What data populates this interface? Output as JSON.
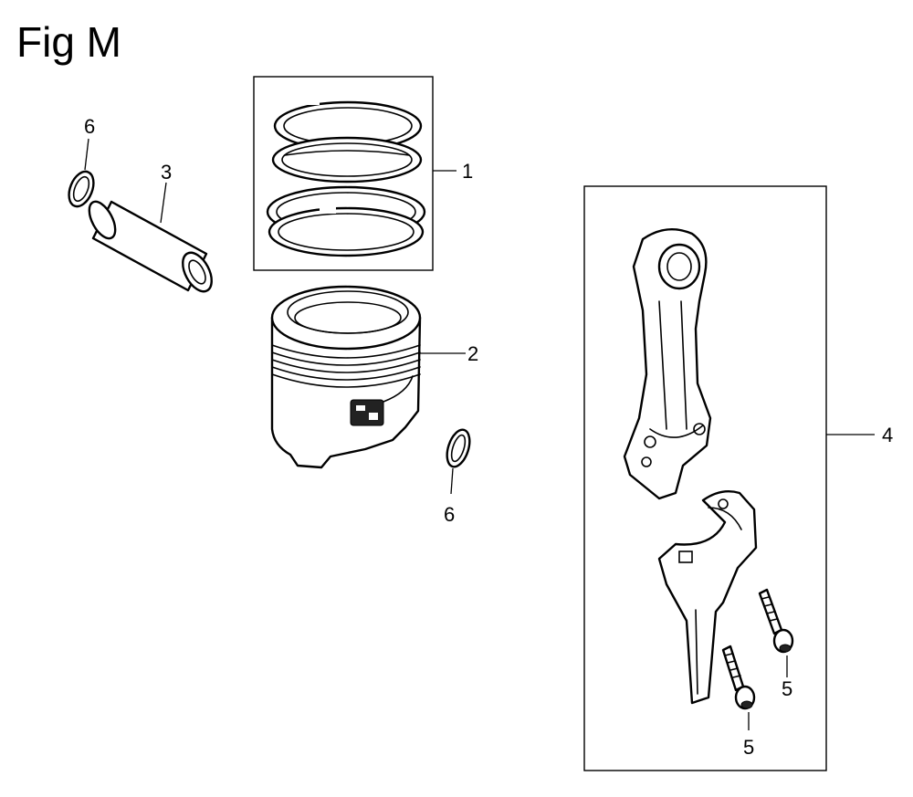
{
  "figure": {
    "title": "Fig M"
  },
  "callouts": {
    "piston_rings": "1",
    "piston": "2",
    "piston_pin": "3",
    "connecting_rod_set": "4",
    "rod_bolt_upper": "5",
    "rod_bolt_lower": "5",
    "pin_clip_upper": "6",
    "pin_clip_lower": "6"
  }
}
